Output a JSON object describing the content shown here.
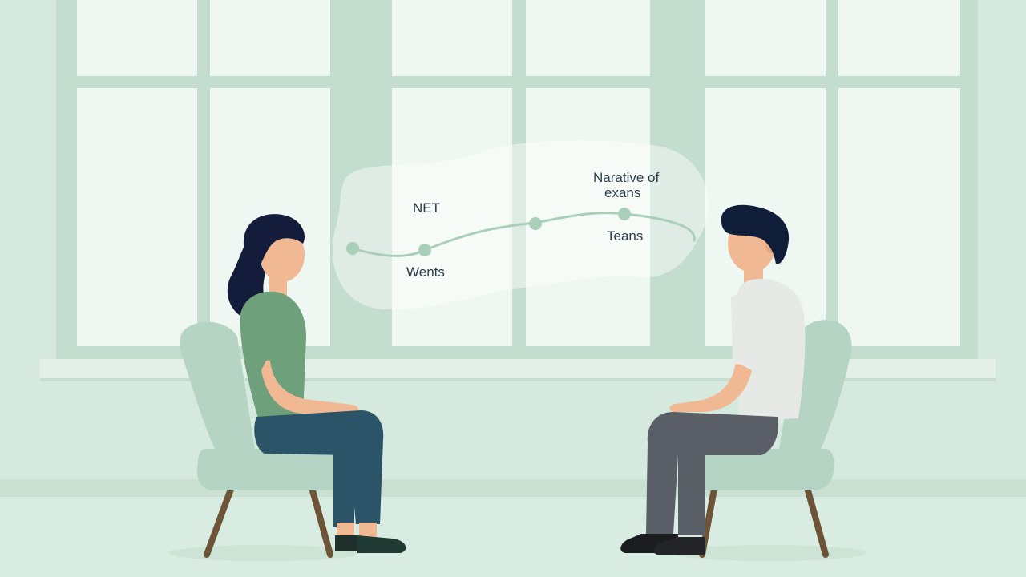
{
  "narrative": {
    "labels": {
      "net": "NET",
      "narrative_line1": "Narative of",
      "narrative_line2": "exans",
      "wents": "Wents",
      "teans": "Teans"
    }
  },
  "colors": {
    "wall": "#d6e9de",
    "window_frame": "#c3ddcf",
    "window_glass": "#eef7f1",
    "floor": "#d9ece1",
    "chair": "#b5d4c3",
    "chair_legs": "#6e5437",
    "woman_shirt": "#6ea07c",
    "woman_pants": "#2b5468",
    "woman_hair": "#141c3c",
    "man_shirt": "#e6e9e6",
    "man_pants": "#5a5e66",
    "man_hair": "#0f1d38",
    "skin": "#f0b994",
    "timeline": "#a9cfb8"
  }
}
